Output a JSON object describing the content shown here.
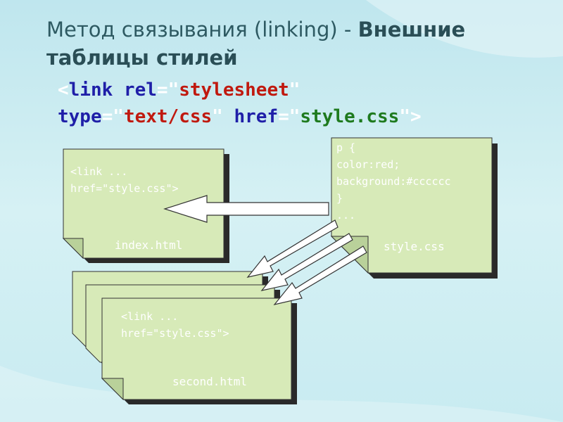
{
  "title": {
    "line1_normal": "Метод связывания (linking) - ",
    "line1_bold": "Внешние",
    "line2_bold": "таблицы стилей"
  },
  "code": {
    "lt": "<",
    "tag": "link",
    "rel_attr": " rel",
    "eq1": "=",
    "q1": "\"",
    "rel_val": "stylesheet",
    "q2": "\"",
    "type_attr": "type",
    "eq2": "=",
    "q3": "\"",
    "type_val": "text/css",
    "q4": "\"",
    "href_attr": " href",
    "eq3": "=",
    "q5": "\"",
    "href_val": "style.css",
    "q6": "\"",
    "gt": ">"
  },
  "index_note": {
    "lines": [
      "<link ...",
      "href=\"style.css\">"
    ],
    "filename": "index.html"
  },
  "style_note": {
    "lines": [
      "p {",
      "color:red;",
      "background:#cccccc",
      "}",
      "..."
    ],
    "filename": "style.css"
  },
  "second_note": {
    "lines": [
      "<link ...",
      "href=\"style.css\">"
    ],
    "filename": "second.html"
  },
  "colors": {
    "note_fill": "#d7eab8",
    "note_shadow": "#2a2a2a",
    "title": "#2e5a62",
    "keyword": "#1f1fa8",
    "value": "#c0190f",
    "href_value": "#1e7a1e"
  }
}
